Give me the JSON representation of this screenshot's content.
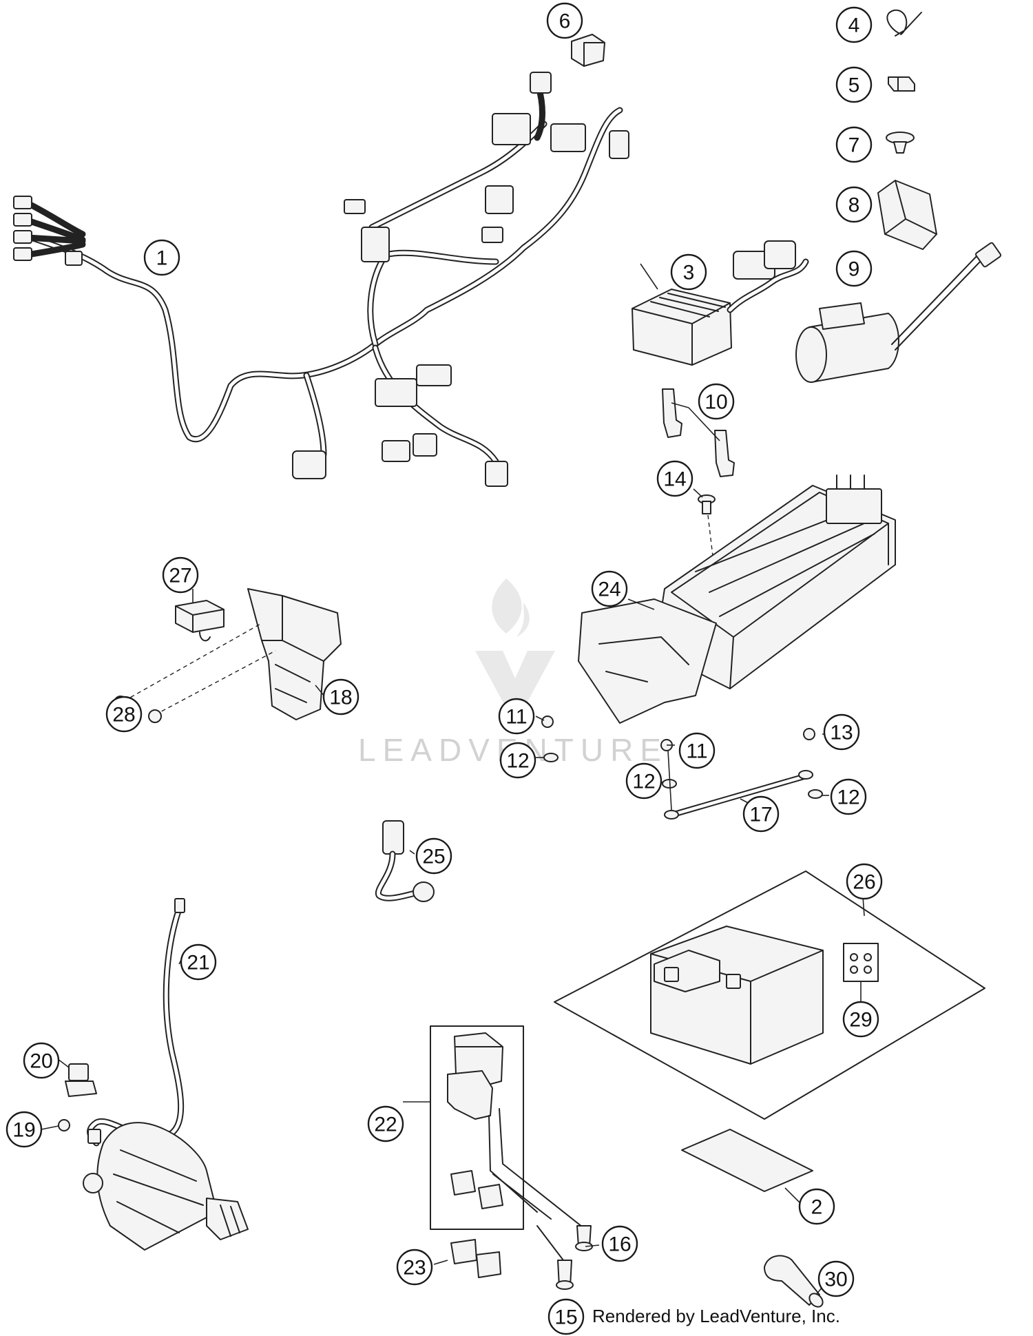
{
  "callouts": [
    {
      "label": "1"
    },
    {
      "label": "2"
    },
    {
      "label": "3"
    },
    {
      "label": "4"
    },
    {
      "label": "5"
    },
    {
      "label": "6"
    },
    {
      "label": "7"
    },
    {
      "label": "8"
    },
    {
      "label": "9"
    },
    {
      "label": "10"
    },
    {
      "label": "11"
    },
    {
      "label": "11"
    },
    {
      "label": "12"
    },
    {
      "label": "12"
    },
    {
      "label": "12"
    },
    {
      "label": "13"
    },
    {
      "label": "14"
    },
    {
      "label": "15"
    },
    {
      "label": "16"
    },
    {
      "label": "17"
    },
    {
      "label": "18"
    },
    {
      "label": "19"
    },
    {
      "label": "20"
    },
    {
      "label": "21"
    },
    {
      "label": "22"
    },
    {
      "label": "23"
    },
    {
      "label": "24"
    },
    {
      "label": "25"
    },
    {
      "label": "26"
    },
    {
      "label": "27"
    },
    {
      "label": "28"
    },
    {
      "label": "29"
    },
    {
      "label": "30"
    }
  ],
  "watermark": {
    "text": "LEADVENTURE",
    "icon": "flame-logo-icon"
  },
  "credit": {
    "text": "Rendered by LeadVenture, Inc."
  },
  "colors": {
    "line": "#222222",
    "background": "#ffffff",
    "watermark": "#d2d2d2"
  }
}
